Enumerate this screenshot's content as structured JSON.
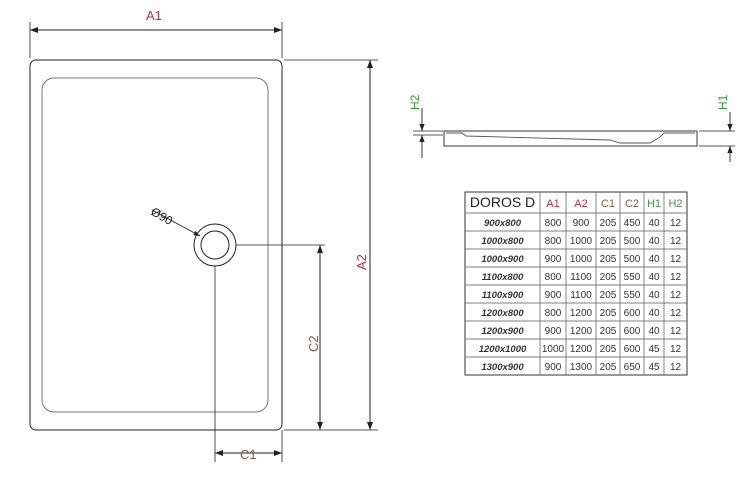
{
  "labels": {
    "a1": "A1",
    "a2": "A2",
    "c1": "C1",
    "c2": "C2",
    "h1": "H1",
    "h2": "H2",
    "drain": "Ø90"
  },
  "colors": {
    "a": "#b8324a",
    "c": "#8a5a40",
    "h": "#3c9a3c",
    "line": "#222222"
  },
  "table": {
    "headers": [
      "DOROS D",
      "A1",
      "A2",
      "C1",
      "C2",
      "H1",
      "H2"
    ],
    "rows": [
      [
        "900x800",
        "800",
        "900",
        "205",
        "450",
        "40",
        "12"
      ],
      [
        "1000x800",
        "800",
        "1000",
        "205",
        "500",
        "40",
        "12"
      ],
      [
        "1000x900",
        "900",
        "1000",
        "205",
        "500",
        "40",
        "12"
      ],
      [
        "1100x800",
        "800",
        "1100",
        "205",
        "550",
        "40",
        "12"
      ],
      [
        "1100x900",
        "900",
        "1100",
        "205",
        "550",
        "40",
        "12"
      ],
      [
        "1200x800",
        "800",
        "1200",
        "205",
        "600",
        "40",
        "12"
      ],
      [
        "1200x900",
        "900",
        "1200",
        "205",
        "600",
        "40",
        "12"
      ],
      [
        "1200x1000",
        "1000",
        "1200",
        "205",
        "600",
        "45",
        "12"
      ],
      [
        "1300x900",
        "900",
        "1300",
        "205",
        "650",
        "45",
        "12"
      ]
    ]
  }
}
